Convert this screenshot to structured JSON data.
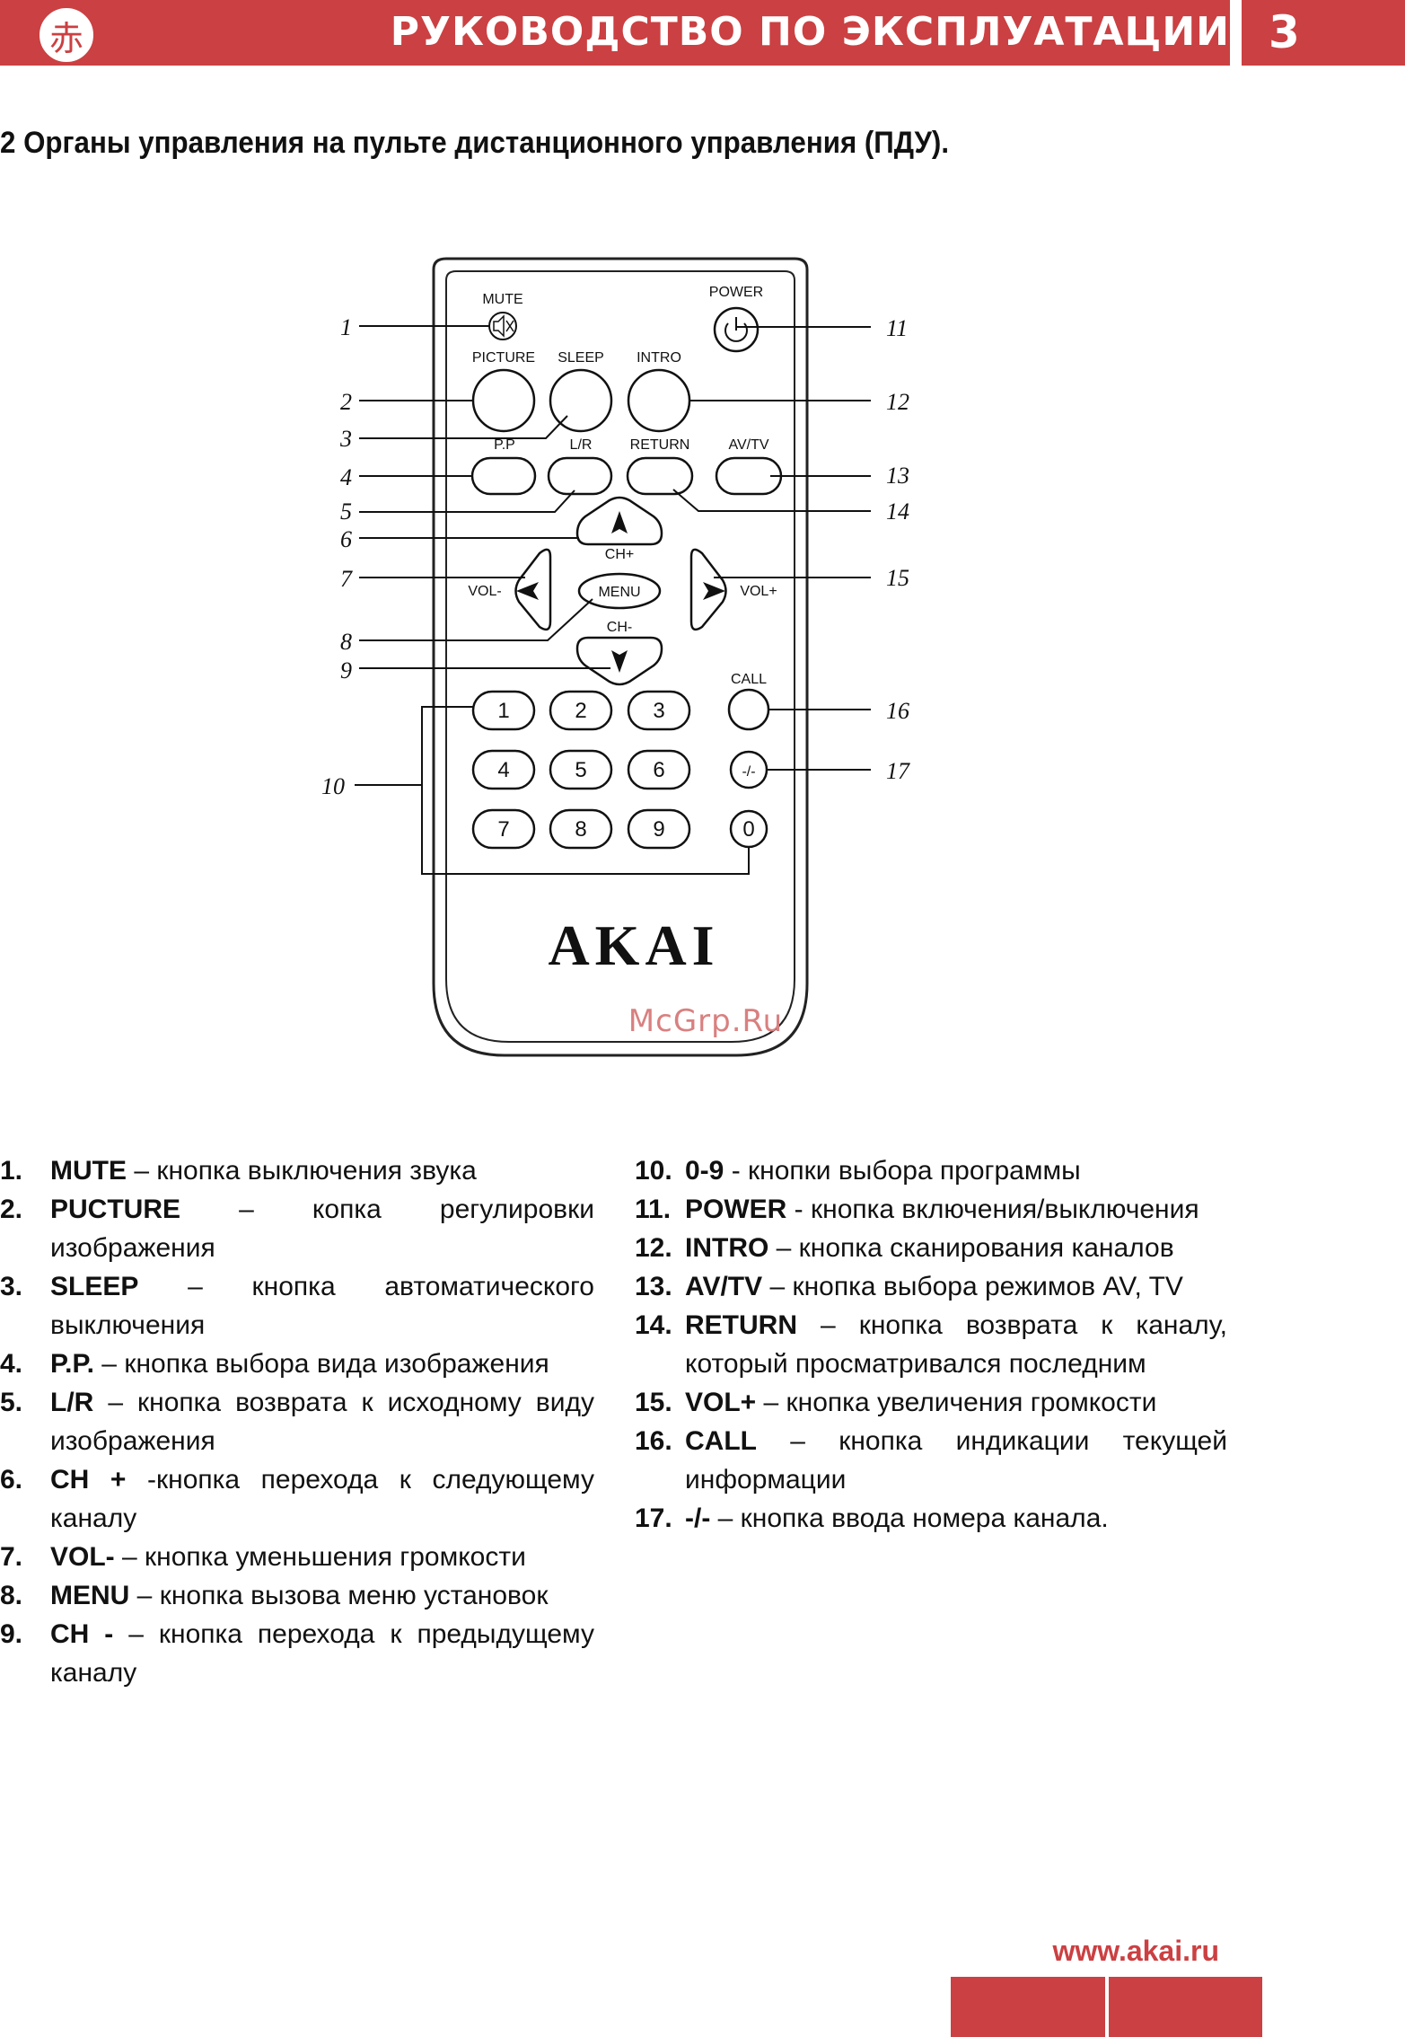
{
  "header": {
    "logo_glyph": "赤",
    "title": "РУКОВОДСТВО ПО ЭКСПЛУАТАЦИИ",
    "page_number": "3",
    "color": "#cb4042"
  },
  "section_heading": "2 Органы управления на пульте дистанционного управления (ПДУ).",
  "remote": {
    "brand": "AKAI",
    "watermark": "McGrp.Ru",
    "labels": {
      "mute": "MUTE",
      "power": "POWER",
      "picture": "PICTURE",
      "sleep": "SLEEP",
      "intro": "INTRO",
      "pp": "P.P",
      "lr": "L/R",
      "return": "RETURN",
      "avtv": "AV/TV",
      "ch_plus": "CH+",
      "ch_minus": "CH-",
      "vol_minus": "VOL-",
      "vol_plus": "VOL+",
      "menu": "MENU",
      "call": "CALL",
      "dash": "-/-"
    },
    "digits": [
      "1",
      "2",
      "3",
      "4",
      "5",
      "6",
      "7",
      "8",
      "9",
      "0"
    ],
    "callouts": [
      "1",
      "2",
      "3",
      "4",
      "5",
      "6",
      "7",
      "8",
      "9",
      "10",
      "11",
      "12",
      "13",
      "14",
      "15",
      "16",
      "17"
    ]
  },
  "descriptions_left": [
    {
      "num": "1.",
      "name": "MUTE",
      "text": " – кнопка выключения звука"
    },
    {
      "num": "2.",
      "name": "PUCTURE",
      "text": " – копка регулировки изображения"
    },
    {
      "num": "3.",
      "name": "SLEEP",
      "text": " – кнопка автоматического выключения"
    },
    {
      "num": "4.",
      "name": "P.P.",
      "text": " – кнопка выбора вида изображения"
    },
    {
      "num": "5.",
      "name": "L/R",
      "text": " – кнопка возврата к исходному виду изображения"
    },
    {
      "num": "6.",
      "name": "CH +",
      "text": " -кнопка перехода к следующему каналу"
    },
    {
      "num": "7.",
      "name": "VOL-",
      "text": " – кнопка уменьшения громкости"
    },
    {
      "num": "8.",
      "name": "MENU",
      "text": " – кнопка вызова меню установок"
    },
    {
      "num": "9.",
      "name": "CH -",
      "text": " – кнопка перехода к предыдущему каналу"
    }
  ],
  "descriptions_right": [
    {
      "num": "10.",
      "name": "0-9",
      "text": " - кнопки выбора программы"
    },
    {
      "num": "11.",
      "name": "POWER",
      "text": " - кнопка включения/выключения"
    },
    {
      "num": "12.",
      "name": "INTRO",
      "text": " – кнопка сканирования каналов"
    },
    {
      "num": "13.",
      "name": "AV/TV",
      "text": " – кнопка выбора режимов AV, TV"
    },
    {
      "num": "14.",
      "name": "RETURN",
      "text": " – кнопка возврата к каналу, который просматривался последним"
    },
    {
      "num": "15.",
      "name": "VOL+",
      "text": " – кнопка увеличения громкости"
    },
    {
      "num": "16.",
      "name": "CALL",
      "text": " – кнопка индикации текущей информации"
    },
    {
      "num": "17.",
      "name": "-/-",
      "text": " – кнопка ввода номера канала."
    }
  ],
  "footer": {
    "url": "www.akai.ru"
  }
}
